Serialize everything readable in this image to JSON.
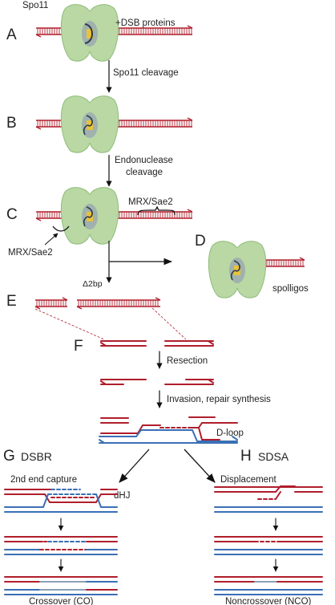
{
  "panels": {
    "a": "A",
    "b": "B",
    "c": "C",
    "d": "D",
    "e": "E",
    "f": "F",
    "g": "G",
    "h": "H"
  },
  "labels": {
    "spo11": "Spo11",
    "dsb_proteins": "+DSB proteins",
    "spo11_cleavage": "Spo11 cleavage",
    "endonuclease_line1": "Endonuclease",
    "endonuclease_line2": "cleavage",
    "mrx_top": "MRX/Sae2",
    "mrx_left": "MRX/Sae2",
    "spolligos": "spolligos",
    "delta_2bp": "Δ2bp",
    "resection": "Resection",
    "invasion": "Invasion, repair synthesis",
    "d_loop": "D-loop",
    "dsbr": "DSBR",
    "sdsa": "SDSA",
    "second_end_capture": "2nd end capture",
    "dhj": "dHJ",
    "displacement": "Displacement",
    "crossover": "Crossover (CO)",
    "noncrossover": "Noncrossover (NCO)"
  },
  "colors": {
    "dna_red": "#b01e2c",
    "dna_blue": "#3a6fb5",
    "protein_green": "#b9d8a4",
    "protein_green_dark": "#8fbc7a",
    "spo11_core": "#9aa8b0",
    "spo11_yellow": "#e8c33a",
    "dna_grey": "#8aa1b5"
  }
}
